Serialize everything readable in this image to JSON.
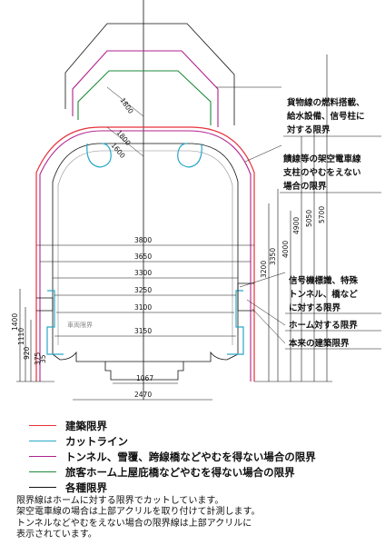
{
  "diagram": {
    "labels": {
      "freight": [
        "貨物線の燃料搭載、",
        "給水設備、信号柱に",
        "対する限界"
      ],
      "catenary": [
        "饋線等の架空電車線",
        "支柱のやむをえない",
        "場合の限界"
      ],
      "signal": [
        "信号機標識、特殊",
        "トンネル、橋など",
        "に対する限界"
      ],
      "platform": "ホーム対する限界",
      "building": "本来の建築限界"
    },
    "widths": [
      "3800",
      "3650",
      "3300",
      "3250",
      "3100",
      "3150",
      "1067",
      "2470"
    ],
    "right_dims": [
      "3200",
      "3350",
      "4000",
      "4900",
      "5050",
      "5700"
    ],
    "left_dims": [
      "1400",
      "1110",
      "920",
      "375",
      "35"
    ],
    "radii": [
      "1800",
      "1800",
      "1600"
    ],
    "vehicle_label": "車両限界"
  },
  "legend": [
    {
      "label": "建築限界",
      "color": "#e8313a"
    },
    {
      "label": "カットライン",
      "color": "#2aa8c8"
    },
    {
      "label": "トンネル、雪覆、跨線橋などやむを得ない場合の限界",
      "color": "#b0208e"
    },
    {
      "label": "旅客ホーム上屋庇橋などやむを得ない場合の限界",
      "color": "#1e8a3a"
    },
    {
      "label": "各種限界",
      "color": "#111111"
    }
  ],
  "notes": [
    "限界線はホームに対する限界でカットしています。",
    "架空電車線の場合は上部アクリルを取り付けて計測します。",
    "トンネルなどやむをえない場合の限界線は上部アクリルに",
    "表示されています。"
  ]
}
